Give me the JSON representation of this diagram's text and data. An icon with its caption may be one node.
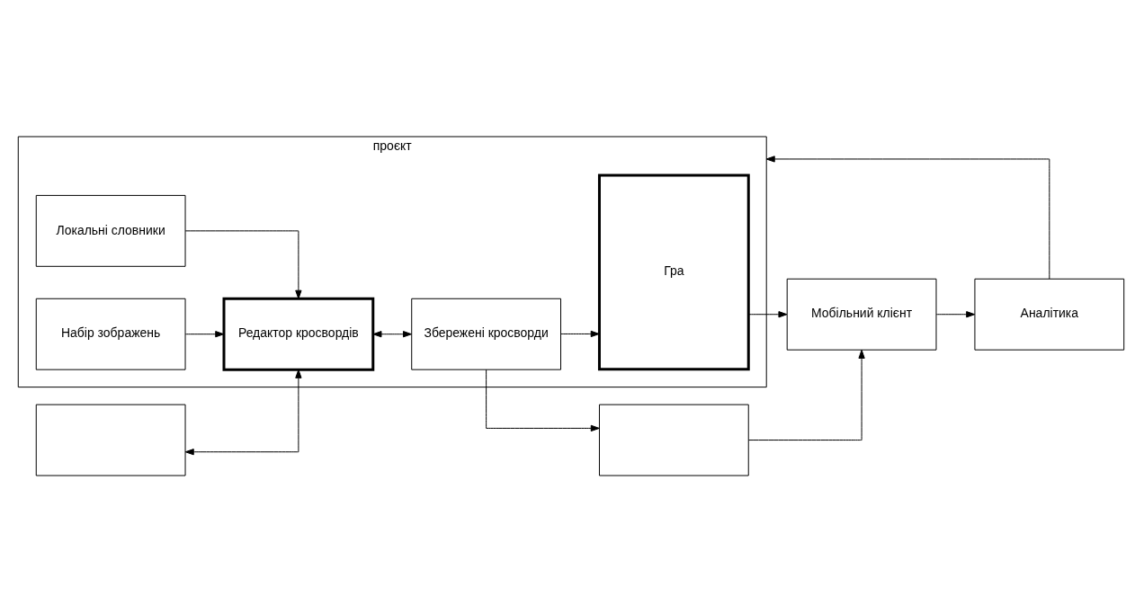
{
  "diagram": {
    "nodes": [
      {
        "text": [
          "проєкт"
        ]
      },
      {
        "text": [
          "Локальні словники"
        ],
        "in": 0
      },
      {
        "text": [
          "Набір зображень"
        ],
        "in": 0
      },
      {
        "text": [
          "Редактор кросвордів"
        ],
        "in": 0
      },
      {
        "text": [
          "Збережені кросворди"
        ],
        "in": 0
      },
      {
        "text": [
          "Гра"
        ],
        "in": 0
      },
      {
        "text": [],
        "shape": "box"
      },
      {
        "text": [],
        "shape": "box"
      },
      {
        "text": [
          "Мобільний клієнт"
        ]
      },
      {
        "text": [
          "Аналітика"
        ]
      }
    ],
    "edges": [
      {
        "from": 1,
        "to": 3,
        "arrow": "to"
      },
      {
        "from": 2,
        "to": 3,
        "arrow": "to"
      },
      {
        "from": 6,
        "to": 3,
        "arrow": "both"
      },
      {
        "from": 3,
        "to": 4,
        "arrow": "both"
      },
      {
        "from": 4,
        "to": 5,
        "arrow": "to"
      },
      {
        "from": 4,
        "to": 7,
        "arrow": "to"
      },
      {
        "from": 5,
        "to": 8,
        "arrow": "to"
      },
      {
        "from": 7,
        "to": 8,
        "arrow": "to"
      },
      {
        "from": 8,
        "to": 9,
        "arrow": "to"
      },
      {
        "from": 9,
        "to": 0,
        "arrow": "to"
      }
    ]
  }
}
